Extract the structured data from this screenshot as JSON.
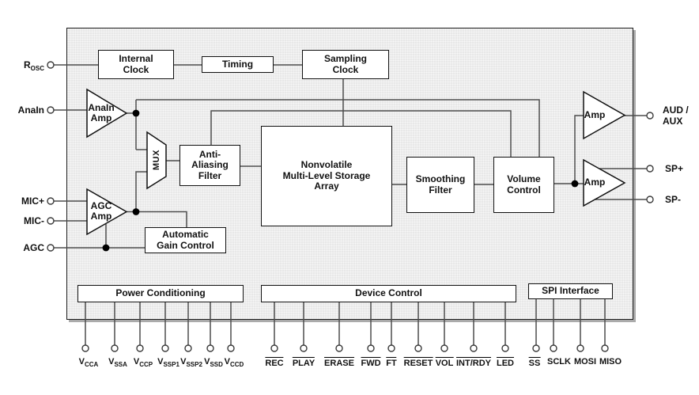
{
  "blocks": {
    "internal_clock": "Internal\nClock",
    "timing": "Timing",
    "sampling_clock": "Sampling\nClock",
    "anain_amp": "AnaIn\nAmp",
    "agc_amp": "AGC\nAmp",
    "mux": "MUX",
    "anti_aliasing_filter": "Anti-\nAliasing\nFilter",
    "storage_array": "Nonvolatile\nMulti-Level Storage\nArray",
    "smoothing_filter": "Smoothing\nFilter",
    "volume_control": "Volume\nControl",
    "automatic_gain_control": "Automatic\nGain Control",
    "amp_aud": "Amp",
    "amp_sp": "Amp",
    "power_conditioning": "Power Conditioning",
    "device_control": "Device Control",
    "spi_interface": "SPI Interface"
  },
  "pins": {
    "left": [
      {
        "main": "R",
        "sub": "OSC"
      },
      {
        "main": "AnaIn",
        "sub": ""
      },
      {
        "main": "MIC+",
        "sub": ""
      },
      {
        "main": "MIC-",
        "sub": ""
      },
      {
        "main": "AGC",
        "sub": ""
      }
    ],
    "right": [
      "AUD /\nAUX",
      "SP+",
      "SP-"
    ],
    "power": [
      {
        "main": "V",
        "sub": "CCA"
      },
      {
        "main": "V",
        "sub": "SSA"
      },
      {
        "main": "V",
        "sub": "CCP"
      },
      {
        "main": "V",
        "sub": "SSP1"
      },
      {
        "main": "V",
        "sub": "SSP2"
      },
      {
        "main": "V",
        "sub": "SSD"
      },
      {
        "main": "V",
        "sub": "CCD"
      }
    ],
    "device": [
      "REC",
      "PLAY",
      "ERASE",
      "FWD",
      "FT",
      "RESET",
      "VOL",
      "INT/RDY",
      "LED"
    ],
    "spi": [
      "SS",
      "SCLK",
      "MOSI",
      "MISO"
    ]
  },
  "colors": {
    "panel_bg": "#e8e8e8",
    "wire": "#4d4d4d",
    "box_border": "#111111",
    "junction_dot": "#000000",
    "box_fill": "#ffffff"
  }
}
